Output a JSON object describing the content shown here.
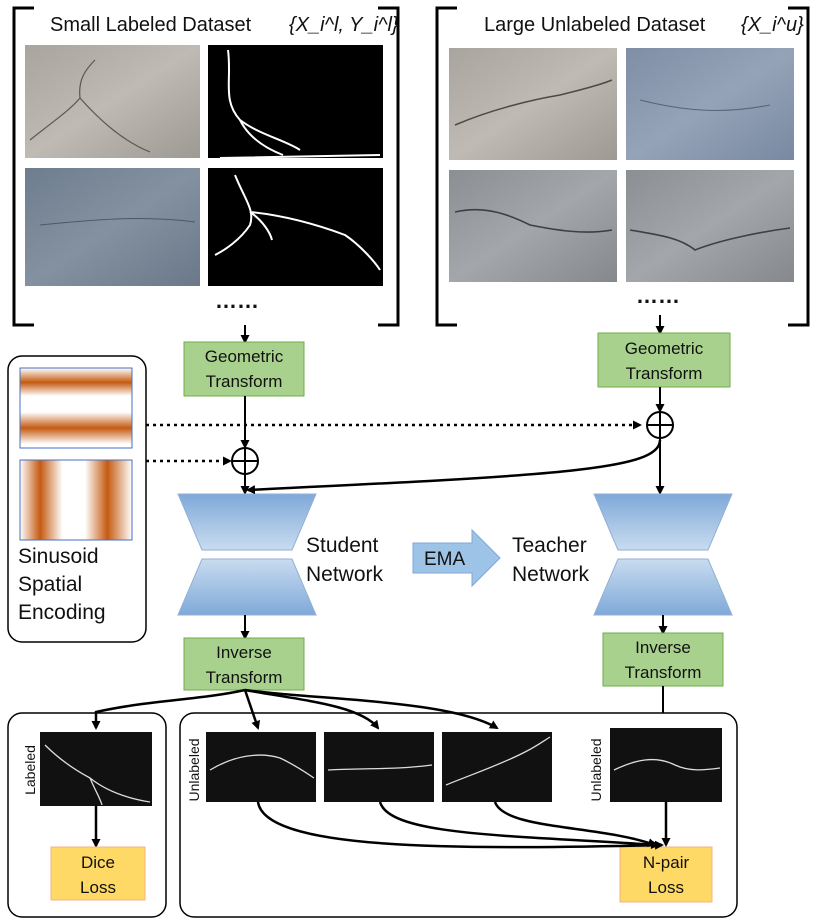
{
  "labeled_dataset": {
    "title": "Small Labeled Dataset",
    "notation": "{X_i^l, Y_i^l}",
    "ellipsis": "……"
  },
  "unlabeled_dataset": {
    "title": "Large Unlabeled Dataset",
    "notation": "{X_i^u}",
    "ellipsis": "……"
  },
  "student_branch": {
    "geom_l1": "Geometric",
    "geom_l2": "Transform",
    "inv_l1": "Inverse",
    "inv_l2": "Transform"
  },
  "teacher_branch": {
    "geom_l1": "Geometric",
    "geom_l2": "Transform",
    "inv_l1": "Inverse",
    "inv_l2": "Transform"
  },
  "encoding": {
    "line1": "Sinusoid",
    "line2": "Spatial",
    "line3": "Encoding"
  },
  "student_net": {
    "line1": "Student",
    "line2": "Network"
  },
  "teacher_net": {
    "line1": "Teacher",
    "line2": "Network"
  },
  "ema_label": "EMA",
  "side_labels": {
    "labeled": "Labeled",
    "unlabeled": "Unlabeled",
    "unlabeled_teacher": "Unlabeled"
  },
  "dice_loss": {
    "line1": "Dice",
    "line2": "Loss"
  },
  "npair_loss": {
    "line1": "N-pair",
    "line2": "Loss"
  },
  "colors": {
    "green_box": "#a9d18e",
    "orange_box": "#ffd966",
    "trapezoid": "#9dc3e6",
    "stripe": "#c55a11"
  }
}
